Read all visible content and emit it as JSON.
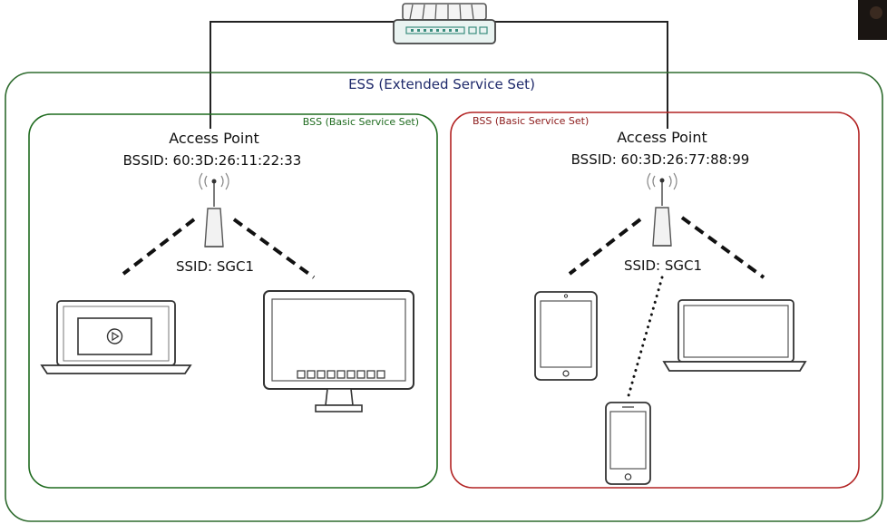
{
  "diagram": {
    "ess": {
      "label": "ESS (Extended Service Set)",
      "border_color": "#2e6b2e"
    },
    "bss_left": {
      "label": "BSS (Basic Service Set)",
      "border_color": "#1f6b1f",
      "access_point_label": "Access Point",
      "bssid_label": "BSSID: 60:3D:26:11:22:33",
      "ssid_label": "SSID: SGC1"
    },
    "bss_right": {
      "label": "BSS (Basic Service Set)",
      "border_color": "#b22222",
      "access_point_label": "Access Point",
      "bssid_label": "BSSID: 60:3D:26:77:88:99",
      "ssid_label": "SSID: SGC1"
    },
    "icons": {
      "router": "router-icon",
      "antenna": "access-point-antenna-icon",
      "laptop": "laptop-icon",
      "monitor": "desktop-monitor-icon",
      "tablet": "tablet-icon",
      "phone": "smartphone-icon",
      "play": "play-icon"
    }
  }
}
